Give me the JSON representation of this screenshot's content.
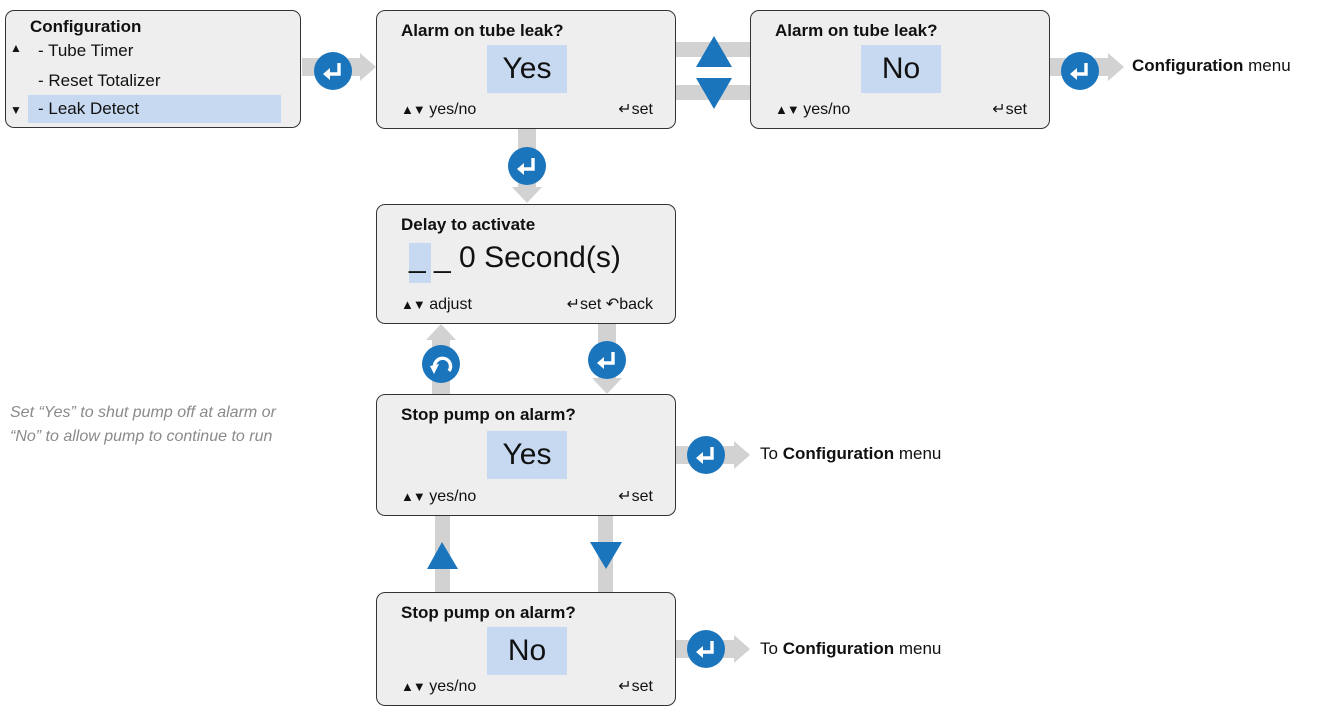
{
  "menu": {
    "title": "Configuration",
    "items": [
      "- Tube Timer",
      "- Reset Totalizer",
      "- Leak Detect"
    ]
  },
  "screen_alarm_yes": {
    "title": "Alarm on tube leak?",
    "value": "Yes",
    "hint_left": "yes/no",
    "hint_right": "set"
  },
  "screen_alarm_no": {
    "title": "Alarm on tube leak?",
    "value": "No",
    "hint_left": "yes/no",
    "hint_right": "set"
  },
  "screen_delay": {
    "title": "Delay to activate",
    "value_digits": "_ _ 0",
    "value_unit": "Second(s)",
    "hint_left": "adjust",
    "hint_set": "set",
    "hint_back": "back"
  },
  "screen_stop_yes": {
    "title": "Stop pump on alarm?",
    "value": "Yes",
    "hint_left": "yes/no",
    "hint_right": "set"
  },
  "screen_stop_no": {
    "title": "Stop pump on alarm?",
    "value": "No",
    "hint_left": "yes/no",
    "hint_right": "set"
  },
  "labels": {
    "top_right_bold": "Configuration",
    "top_right_plain": " menu",
    "to_prefix": "To ",
    "to_bold": "Configuration",
    "to_suffix": " menu"
  },
  "note": {
    "line1": "Set “Yes” to shut pump off at alarm or",
    "line2": "“No” to allow pump to continue to run"
  },
  "colors": {
    "accent_blue": "#1b75bc",
    "highlight": "#c6d9f0",
    "screen_bg": "#eeeeee",
    "arrow_gray": "#d2d2d2"
  },
  "icons": {
    "enter": "enter-icon",
    "back": "back-icon",
    "up": "up-triangle-icon",
    "down": "down-triangle-icon"
  }
}
